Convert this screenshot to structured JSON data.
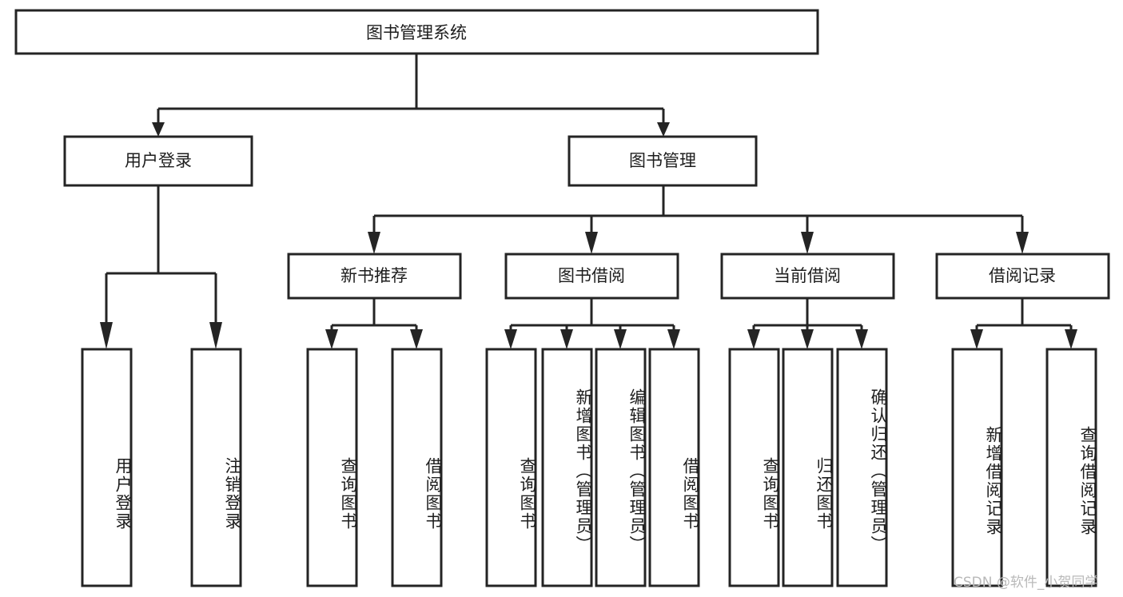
{
  "diagram": {
    "title_node": {
      "label": "图书管理系统"
    },
    "level2": [
      {
        "id": "user-login",
        "label": "用户登录"
      },
      {
        "id": "book-manage",
        "label": "图书管理"
      }
    ],
    "level3": [
      {
        "id": "new-book-recommend",
        "label": "新书推荐"
      },
      {
        "id": "book-borrow",
        "label": "图书借阅"
      },
      {
        "id": "current-borrow",
        "label": "当前借阅"
      },
      {
        "id": "borrow-record",
        "label": "借阅记录"
      }
    ],
    "leaves": [
      {
        "id": "leaf-user-login",
        "label": "用户登录",
        "group": "user-login"
      },
      {
        "id": "leaf-logout",
        "label": "注销登录",
        "group": "user-login"
      },
      {
        "id": "leaf-query-book-1",
        "label": "查询图书",
        "group": "new-book-recommend"
      },
      {
        "id": "leaf-borrow-book-1",
        "label": "借阅图书",
        "group": "new-book-recommend"
      },
      {
        "id": "leaf-query-book-2",
        "label": "查询图书",
        "group": "book-borrow"
      },
      {
        "id": "leaf-add-book",
        "label": "新增图书（管理员）",
        "group": "book-borrow"
      },
      {
        "id": "leaf-edit-book",
        "label": "编辑图书（管理员）",
        "group": "book-borrow"
      },
      {
        "id": "leaf-borrow-book-2",
        "label": "借阅图书",
        "group": "book-borrow"
      },
      {
        "id": "leaf-query-book-3",
        "label": "查询图书",
        "group": "current-borrow"
      },
      {
        "id": "leaf-return-book",
        "label": "归还图书",
        "group": "current-borrow"
      },
      {
        "id": "leaf-confirm-return",
        "label": "确认归还（管理员）",
        "group": "current-borrow"
      },
      {
        "id": "leaf-add-record",
        "label": "新增借阅记录",
        "group": "borrow-record"
      },
      {
        "id": "leaf-query-record",
        "label": "查询借阅记录",
        "group": "borrow-record"
      }
    ],
    "watermark": "CSDN @软件_小贺同学",
    "colors": {
      "stroke": "#242424",
      "fill": "#ffffff",
      "text": "#1d1d1d",
      "watermark": "#b9b9b9",
      "background": "#ffffff"
    }
  },
  "chart_data": {
    "type": "diagram",
    "title": "图书管理系统",
    "subtype": "hierarchy-tree",
    "orientation": "top-down",
    "levels": 4,
    "nodes": [
      {
        "id": "root",
        "label": "图书管理系统",
        "level": 1,
        "parent": null
      },
      {
        "id": "user-login",
        "label": "用户登录",
        "level": 2,
        "parent": "root"
      },
      {
        "id": "book-manage",
        "label": "图书管理",
        "level": 2,
        "parent": "root"
      },
      {
        "id": "new-book-recommend",
        "label": "新书推荐",
        "level": 3,
        "parent": "book-manage"
      },
      {
        "id": "book-borrow",
        "label": "图书借阅",
        "level": 3,
        "parent": "book-manage"
      },
      {
        "id": "current-borrow",
        "label": "当前借阅",
        "level": 3,
        "parent": "book-manage"
      },
      {
        "id": "borrow-record",
        "label": "借阅记录",
        "level": 3,
        "parent": "book-manage"
      },
      {
        "id": "leaf-user-login",
        "label": "用户登录",
        "level": 4,
        "parent": "user-login"
      },
      {
        "id": "leaf-logout",
        "label": "注销登录",
        "level": 4,
        "parent": "user-login"
      },
      {
        "id": "leaf-query-book-1",
        "label": "查询图书",
        "level": 4,
        "parent": "new-book-recommend"
      },
      {
        "id": "leaf-borrow-book-1",
        "label": "借阅图书",
        "level": 4,
        "parent": "new-book-recommend"
      },
      {
        "id": "leaf-query-book-2",
        "label": "查询图书",
        "level": 4,
        "parent": "book-borrow"
      },
      {
        "id": "leaf-add-book",
        "label": "新增图书（管理员）",
        "level": 4,
        "parent": "book-borrow"
      },
      {
        "id": "leaf-edit-book",
        "label": "编辑图书（管理员）",
        "level": 4,
        "parent": "book-borrow"
      },
      {
        "id": "leaf-borrow-book-2",
        "label": "借阅图书",
        "level": 4,
        "parent": "book-borrow"
      },
      {
        "id": "leaf-query-book-3",
        "label": "查询图书",
        "level": 4,
        "parent": "current-borrow"
      },
      {
        "id": "leaf-return-book",
        "label": "归还图书",
        "level": 4,
        "parent": "current-borrow"
      },
      {
        "id": "leaf-confirm-return",
        "label": "确认归还（管理员）",
        "level": 4,
        "parent": "current-borrow"
      },
      {
        "id": "leaf-add-record",
        "label": "新增借阅记录",
        "level": 4,
        "parent": "borrow-record"
      },
      {
        "id": "leaf-query-record",
        "label": "查询借阅记录",
        "level": 4,
        "parent": "borrow-record"
      }
    ]
  }
}
